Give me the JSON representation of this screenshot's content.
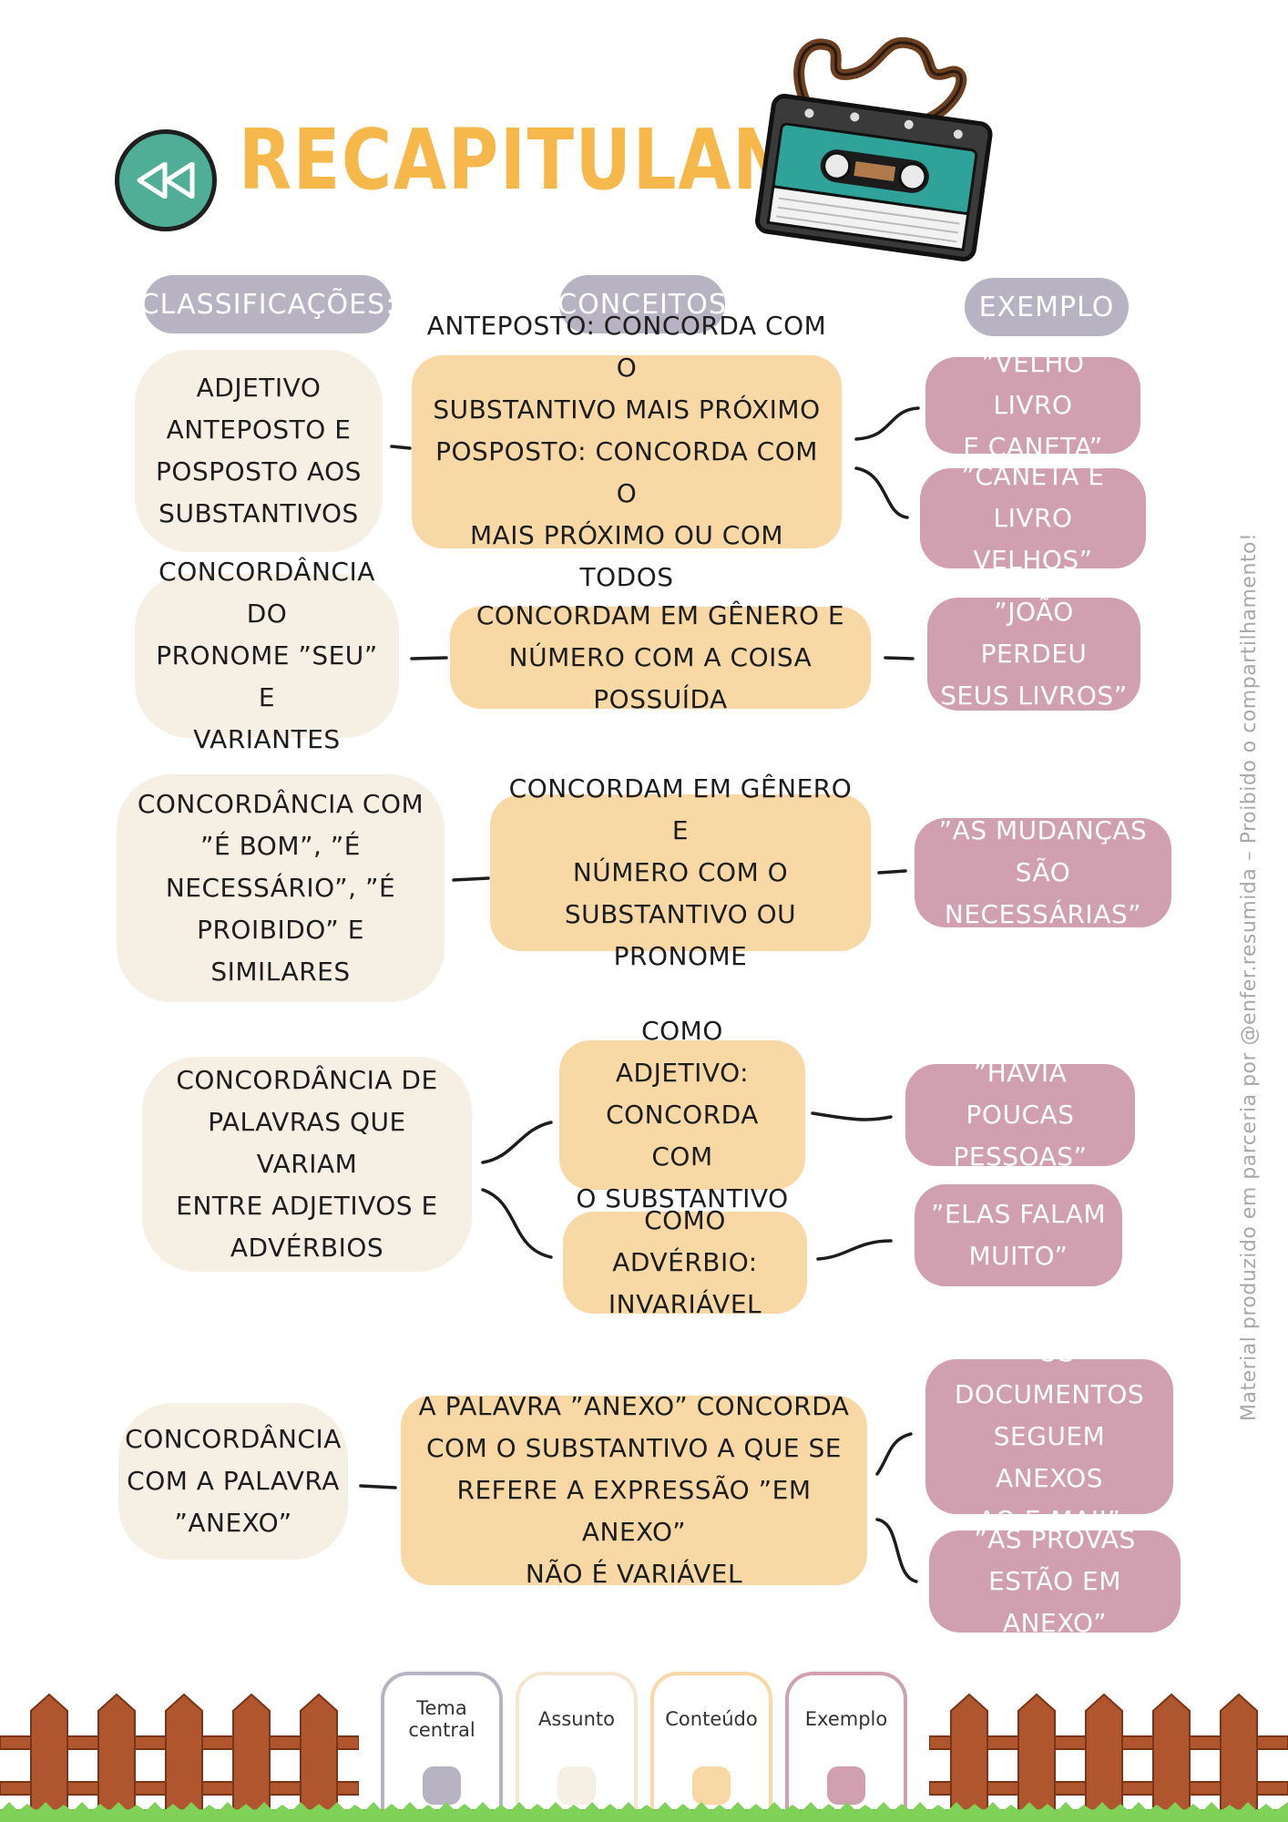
{
  "header": {
    "title": "RECAPITULANDO",
    "rewind_icon": "rewind-icon",
    "cassette_icon": "cassette-tape-icon"
  },
  "columns": {
    "classificacoes": "CLASSIFICAÇÕES:",
    "conceitos": "CONCEITOS",
    "exemplo": "EXEMPLO"
  },
  "rows": [
    {
      "classification": "ADJETIVO\nANTEPOSTO E\nPOSPOSTO AOS\nSUBSTANTIVOS",
      "concepts": [
        "ANTEPOSTO: CONCORDA COM O\nSUBSTANTIVO MAIS PRÓXIMO\nPOSPOSTO: CONCORDA COM O\nMAIS PRÓXIMO OU COM TODOS"
      ],
      "examples": [
        "”VELHO LIVRO\nE CANETA”",
        "”CANETA E\nLIVRO VELHOS”"
      ]
    },
    {
      "classification": "CONCORDÂNCIA DO\nPRONOME ”SEU” E\nVARIANTES",
      "concepts": [
        "CONCORDAM EM GÊNERO E\nNÚMERO COM A COISA POSSUÍDA"
      ],
      "examples": [
        "”JOÃO PERDEU\nSEUS LIVROS”"
      ]
    },
    {
      "classification": "CONCORDÂNCIA COM\n”É BOM”, ”É\nNECESSÁRIO”, ”É\nPROIBIDO” E SIMILARES",
      "concepts": [
        "CONCORDAM EM GÊNERO E\nNÚMERO COM O\nSUBSTANTIVO OU PRONOME"
      ],
      "examples": [
        "”AS MUDANÇAS\nSÃO NECESSÁRIAS”"
      ]
    },
    {
      "classification": "CONCORDÂNCIA DE\nPALAVRAS QUE VARIAM\nENTRE ADJETIVOS E\nADVÉRBIOS",
      "concepts": [
        "COMO ADJETIVO:\nCONCORDA COM\nO SUBSTANTIVO",
        "COMO ADVÉRBIO:\nINVARIÁVEL"
      ],
      "examples": [
        "”HAVIA POUCAS\nPESSOAS”",
        "”ELAS FALAM\nMUITO”"
      ]
    },
    {
      "classification": "CONCORDÂNCIA\nCOM A PALAVRA\n”ANEXO”",
      "concepts": [
        "A PALAVRA ”ANEXO” CONCORDA\nCOM O SUBSTANTIVO A QUE SE\nREFERE  A EXPRESSÃO ”EM ANEXO”\nNÃO É VARIÁVEL"
      ],
      "examples": [
        "”OS DOCUMENTOS\nSEGUEM ANEXOS\nAO E-MAIL”",
        "”AS PROVAS\nESTÃO EM ANEXO”"
      ]
    }
  ],
  "watermark": "Material produzido em parceria por @enfer.resumida – Proibido o compartilhamento!",
  "legend": [
    {
      "label": "Tema\ncentral",
      "color": "#b7b3c2",
      "border": "#b7b3c2"
    },
    {
      "label": "Assunto",
      "color": "#f6efe4",
      "border": "#f4e6cf"
    },
    {
      "label": "Conteúdo",
      "color": "#f8d9a5",
      "border": "#f8d9a5"
    },
    {
      "label": "Exemplo",
      "color": "#d09fb0",
      "border": "#d09fb0"
    }
  ],
  "colors": {
    "title": "#f6b84b",
    "teal": "#4fae95",
    "tema_central": "#b7b3c2",
    "assunto": "#f6efe4",
    "conteudo": "#f8d9a5",
    "exemplo": "#d09fb0",
    "fence": "#b0562f",
    "grass": "#6cc24a"
  }
}
